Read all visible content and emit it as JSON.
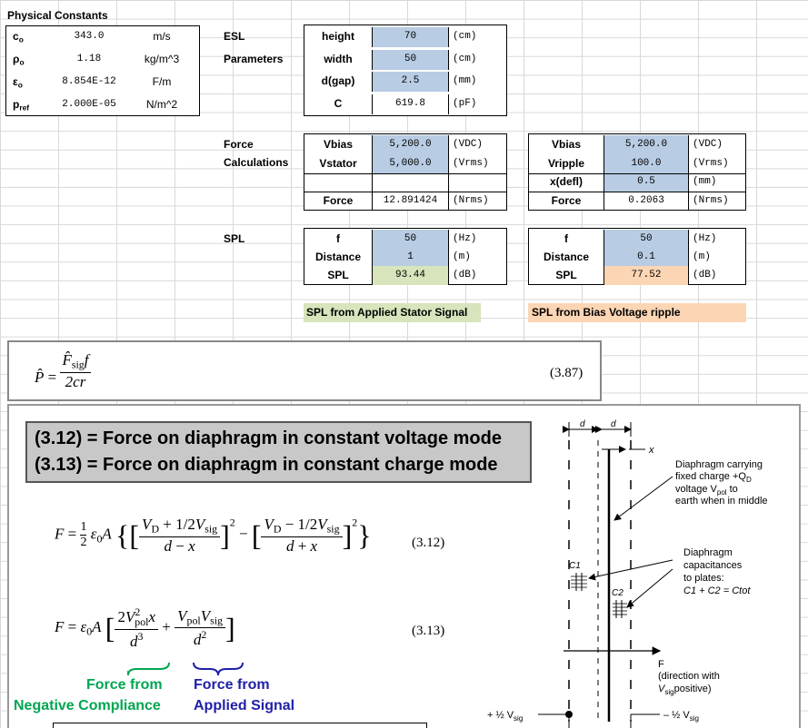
{
  "physical": {
    "title": "Physical Constants",
    "rows": [
      {
        "sym": "c",
        "sub": "o",
        "value": "343.0",
        "unit": "m/s"
      },
      {
        "sym": "ρ",
        "sub": "o",
        "value": "1.18",
        "unit": "kg/m^3"
      },
      {
        "sym": "ε",
        "sub": "o",
        "value": "8.854E-12",
        "unit": "F/m"
      },
      {
        "sym": "p",
        "sub": "ref",
        "value": "2.000E-05",
        "unit": "N/m^2"
      }
    ]
  },
  "esl": {
    "label1": "ESL",
    "label2": "Parameters",
    "rows": [
      {
        "name": "height",
        "value": "70",
        "unit": "(cm)"
      },
      {
        "name": "width",
        "value": "50",
        "unit": "(cm)"
      },
      {
        "name": "d(gap)",
        "value": "2.5",
        "unit": "(mm)"
      },
      {
        "name": "C",
        "value": "619.8",
        "unit": "(pF)"
      }
    ]
  },
  "force": {
    "label1": "Force",
    "label2": "Calculations",
    "left": [
      {
        "name": "Vbias",
        "value": "5,200.0",
        "unit": "(VDC)"
      },
      {
        "name": "Vstator",
        "value": "5,000.0",
        "unit": "(Vrms)"
      },
      {
        "name": "",
        "value": "",
        "unit": ""
      },
      {
        "name": "Force",
        "value": "12.891424",
        "unit": "(Nrms)"
      }
    ],
    "right": [
      {
        "name": "Vbias",
        "value": "5,200.0",
        "unit": "(VDC)"
      },
      {
        "name": "Vripple",
        "value": "100.0",
        "unit": "(Vrms)"
      },
      {
        "name": "x(defl)",
        "value": "0.5",
        "unit": "(mm)"
      },
      {
        "name": "Force",
        "value": "0.2063",
        "unit": "(Nrms)"
      }
    ]
  },
  "spl": {
    "label": "SPL",
    "left": [
      {
        "name": "f",
        "value": "50",
        "unit": "(Hz)"
      },
      {
        "name": "Distance",
        "value": "1",
        "unit": "(m)"
      },
      {
        "name": "SPL",
        "value": "93.44",
        "unit": "(dB)"
      }
    ],
    "right": [
      {
        "name": "f",
        "value": "50",
        "unit": "(Hz)"
      },
      {
        "name": "Distance",
        "value": "0.1",
        "unit": "(m)"
      },
      {
        "name": "SPL",
        "value": "77.52",
        "unit": "(dB)"
      }
    ],
    "caption_left": "SPL from Applied Stator Signal",
    "caption_right": "SPL from Bias Voltage ripple"
  },
  "eq387": {
    "number": "(3.87)"
  },
  "eq312": {
    "number": "(3.12)"
  },
  "eq313": {
    "number": "(3.13)"
  },
  "headline": {
    "line1": "(3.12) = Force on diaphragm in constant voltage mode",
    "line2": "(3.13) = Force on diaphragm in constant charge mode"
  },
  "annotations": {
    "green1": "Force from",
    "green2": "Negative Compliance",
    "blue1": "Force from",
    "blue2": "Applied Signal"
  },
  "diagram": {
    "d_label": "d",
    "x_label": "x",
    "note1": [
      "Diaphragm carrying",
      "fixed charge +Q",
      "voltage V",
      "earth when in middle"
    ],
    "note2": [
      "Diaphragm",
      "capacitances",
      "to plates:",
      "C1 + C2 = Ctot"
    ],
    "c1": "C1",
    "c2": "C2",
    "f_label": "F",
    "f_note1": "(direction with",
    "f_note2": "positive)",
    "vsig_plus": "+ ½ V",
    "vsig_minus": "– ½ V"
  },
  "colors": {
    "blue_cell": "#b8cce4",
    "green_cell": "#d8e4bc",
    "orange_cell": "#fcd5b4",
    "headline_bg": "#c8c8c8",
    "green_text": "#00a651",
    "blue_text": "#1f1fa8"
  }
}
